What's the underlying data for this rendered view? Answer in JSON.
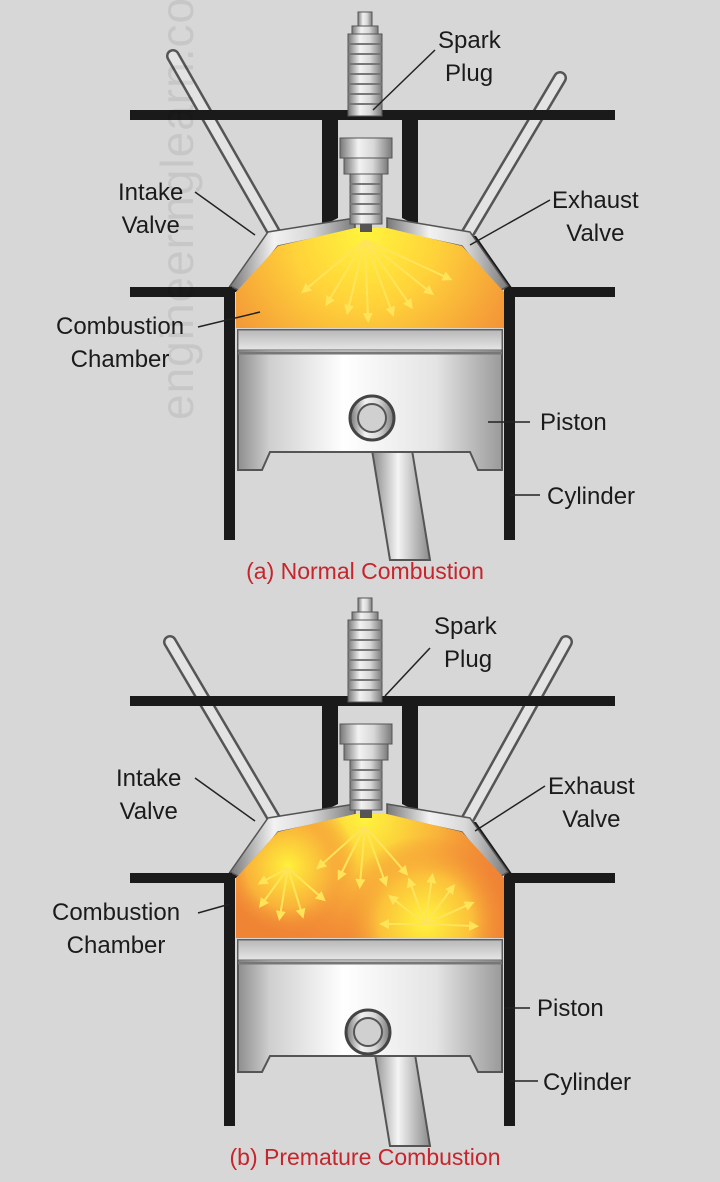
{
  "watermark": "engineeringlearn.com",
  "colors": {
    "background": "#d7d7d7",
    "caption": "#c8242b",
    "flame_core": "#fff23a",
    "flame_outer": "#f18a36"
  },
  "panels": [
    {
      "id": "normal",
      "labels": {
        "spark_plug": [
          "Spark",
          "Plug"
        ],
        "intake_valve": [
          "Intake",
          "Valve"
        ],
        "exhaust_valve": [
          "Exhaust",
          "Valve"
        ],
        "combustion_chamber": [
          "Combustion",
          "Chamber"
        ],
        "piston": "Piston",
        "cylinder": "Cylinder"
      },
      "caption": "(a) Normal Combustion"
    },
    {
      "id": "premature",
      "labels": {
        "spark_plug": [
          "Spark",
          "Plug"
        ],
        "intake_valve": [
          "Intake",
          "Valve"
        ],
        "exhaust_valve": [
          "Exhaust",
          "Valve"
        ],
        "combustion_chamber": [
          "Combustion",
          "Chamber"
        ],
        "piston": "Piston",
        "cylinder": "Cylinder"
      },
      "caption": "(b) Premature Combustion"
    }
  ]
}
